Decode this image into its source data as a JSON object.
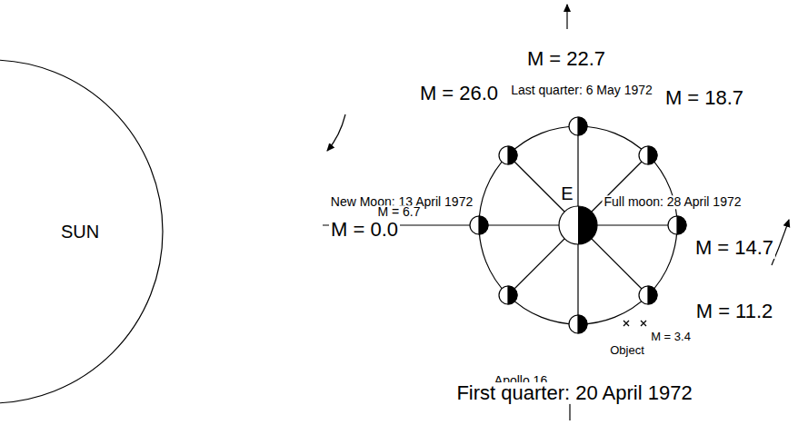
{
  "diagram": {
    "nodes": [
      {
        "text": [
          "SUN"
        ]
      },
      {
        "text": [
          "E"
        ]
      }
    ],
    "labels": [
      "M = 22.7",
      "Last quarter: 6 May 1972",
      "M = 26.0",
      "M = 18.7",
      "New Moon: 13 April 1972",
      "M = 0.0",
      "Full moon: 28 April 1972",
      "M = 14.7",
      "M = 11.2",
      "M = 3.4",
      "Object",
      "Apollo 16",
      "First quarter: 20 April 1972",
      "M = 6.7"
    ]
  }
}
